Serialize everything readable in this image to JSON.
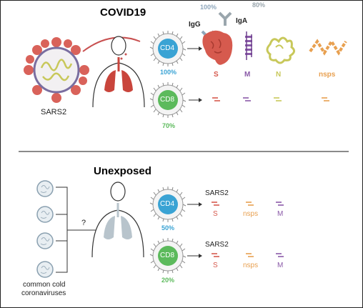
{
  "colors": {
    "cd4": "#3aa3d4",
    "cd8": "#5cba5c",
    "spike": "#d65a4e",
    "membrane": "#8a5aa8",
    "nucleocapsid": "#c8c85a",
    "nsps": "#e8a050",
    "igg": "#8fa7bc",
    "iga": "#9aa6ad",
    "divider": "#8a8a8a"
  },
  "covid": {
    "title": "COVID19",
    "virus_label": "SARS2",
    "igg_label": "IgG",
    "iga_label": "IgA",
    "igg_pct": "100%",
    "iga_pct": "80%",
    "cd4": {
      "label": "CD4",
      "pct": "100%"
    },
    "cd8": {
      "label": "CD8",
      "pct": "70%"
    },
    "proteins": [
      {
        "label": "S"
      },
      {
        "label": "M"
      },
      {
        "label": "N"
      },
      {
        "label": "nsps"
      }
    ]
  },
  "unexposed": {
    "title": "Unexposed",
    "question": "?",
    "virus_caption_line1": "common cold",
    "virus_caption_line2": "coronaviruses",
    "cd4": {
      "label": "CD4",
      "pct": "50%",
      "heading": "SARS2",
      "proteins": [
        "S",
        "nsps",
        "M"
      ]
    },
    "cd8": {
      "label": "CD8",
      "pct": "20%",
      "heading": "SARS2",
      "proteins": [
        "S",
        "nsps",
        "M"
      ]
    }
  }
}
